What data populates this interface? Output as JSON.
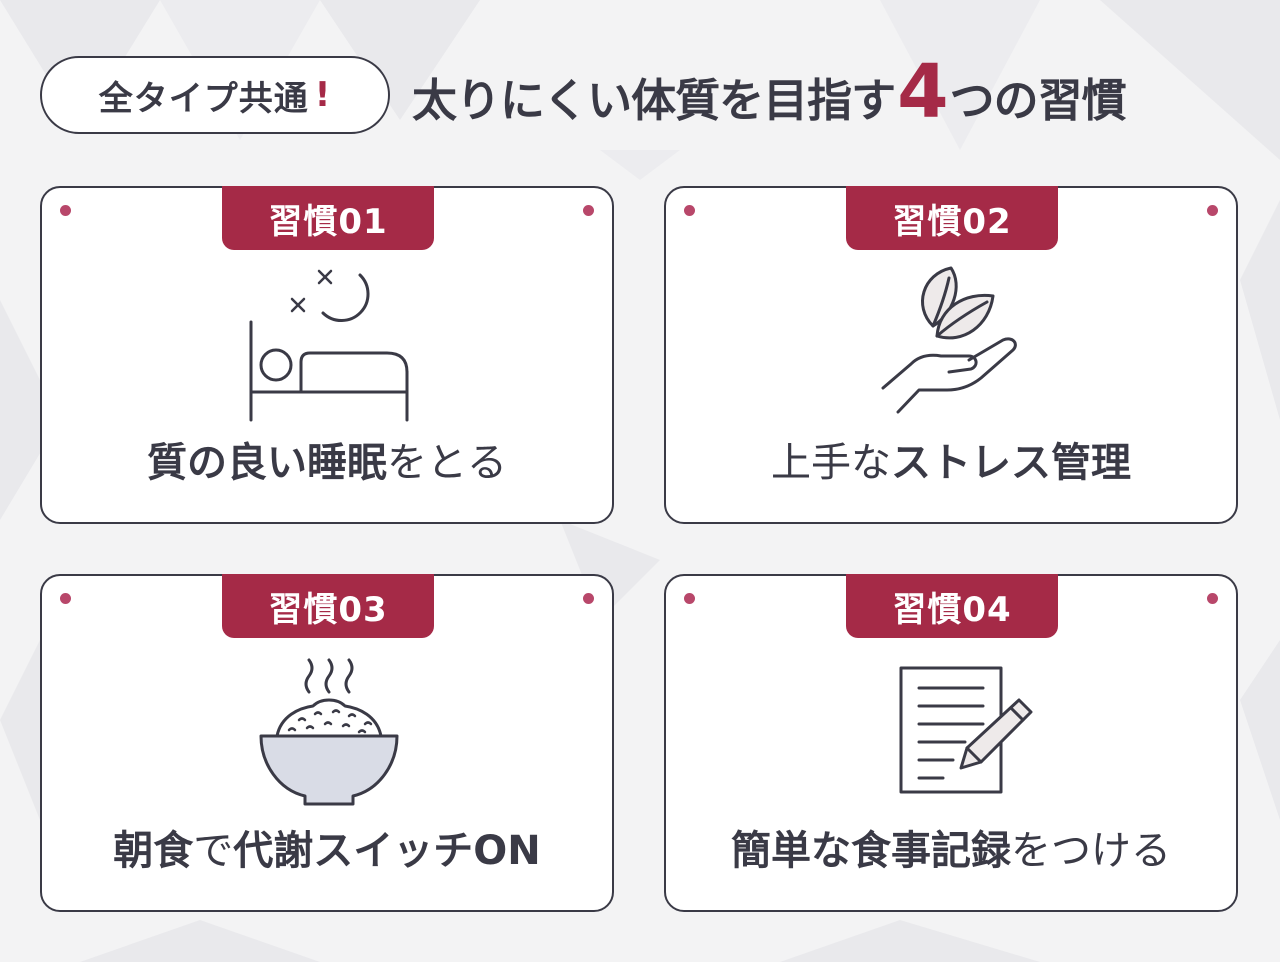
{
  "header": {
    "pill_label": "全タイプ共通",
    "pill_mark": "!",
    "title_before": "太りにくい体質を目指す",
    "title_number": "4",
    "title_after": "つの習慣"
  },
  "cards": [
    {
      "tag": "習慣01",
      "icon": "sleep-bed-moon-icon",
      "caption_parts": [
        {
          "text": "質の良い睡眠",
          "bold": true
        },
        {
          "text": "をとる",
          "bold": false
        }
      ]
    },
    {
      "tag": "習慣02",
      "icon": "hand-leaves-icon",
      "caption_parts": [
        {
          "text": "上手な",
          "bold": false
        },
        {
          "text": "ストレス管理",
          "bold": true
        }
      ]
    },
    {
      "tag": "習慣03",
      "icon": "rice-bowl-icon",
      "caption_parts": [
        {
          "text": "朝食",
          "bold": true
        },
        {
          "text": "で",
          "bold": false
        },
        {
          "text": "代謝スイッチON",
          "bold": true
        }
      ]
    },
    {
      "tag": "習慣04",
      "icon": "note-pencil-icon",
      "caption_parts": [
        {
          "text": "簡単な食事記録",
          "bold": true
        },
        {
          "text": "をつける",
          "bold": false
        }
      ]
    }
  ],
  "colors": {
    "accent": "#a52a47",
    "dot": "#b8476a",
    "text": "#3a3a46",
    "background": "#f3f3f4",
    "bowl_fill": "#d9dce6",
    "leaf_fill": "#eeeaea"
  }
}
